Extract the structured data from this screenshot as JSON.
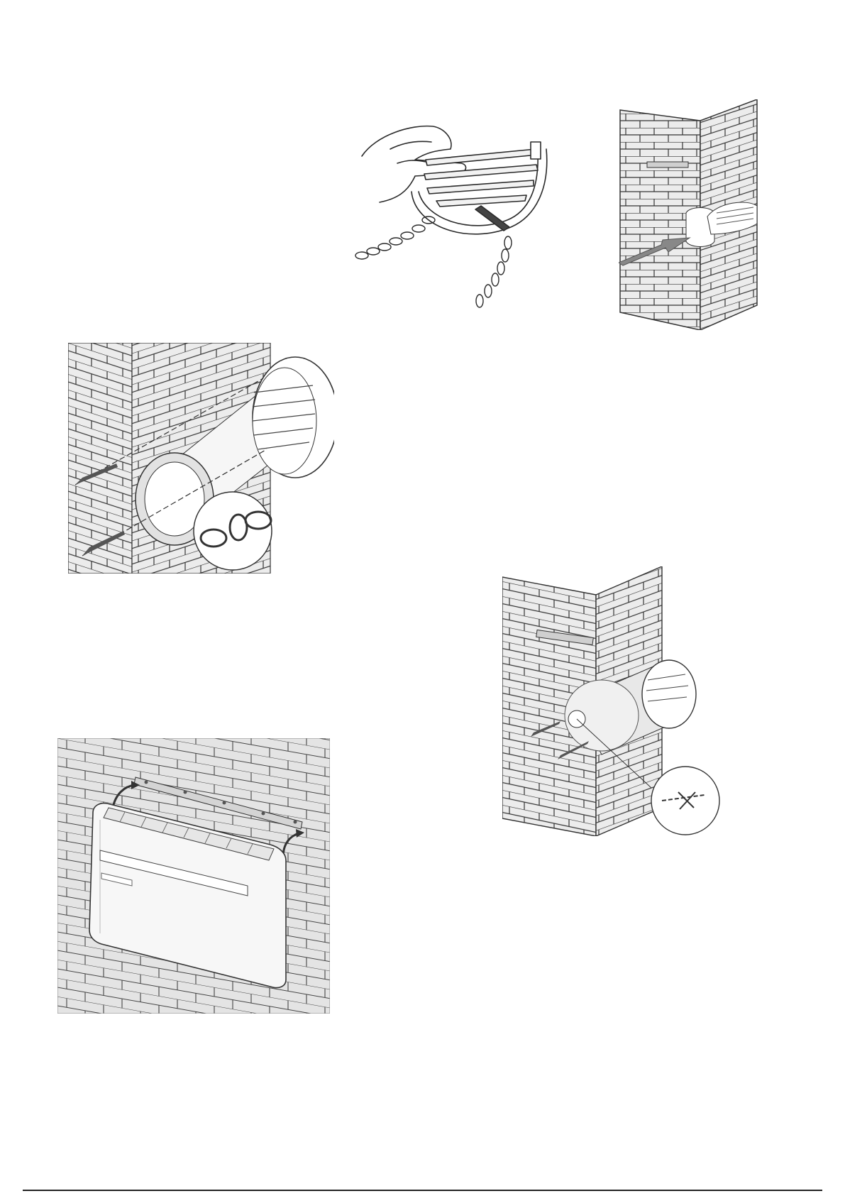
{
  "page": {
    "background": "#ffffff",
    "line_color": "#2a2a2a",
    "wall_fill": "#e9e9e9",
    "figures": [
      {
        "id": "fig-grille-chain",
        "icon": "hand-grille-chain-illustration"
      },
      {
        "id": "fig-wall-corner-grille",
        "icon": "wall-corner-grille-insert-illustration"
      },
      {
        "id": "fig-wall-tube-chain",
        "icon": "wall-tube-chain-illustration"
      },
      {
        "id": "fig-wall-tube-chain-cut",
        "icon": "wall-tube-chain-cut-illustration"
      },
      {
        "id": "fig-unit-mounting",
        "icon": "unit-wall-mounting-illustration"
      }
    ]
  }
}
